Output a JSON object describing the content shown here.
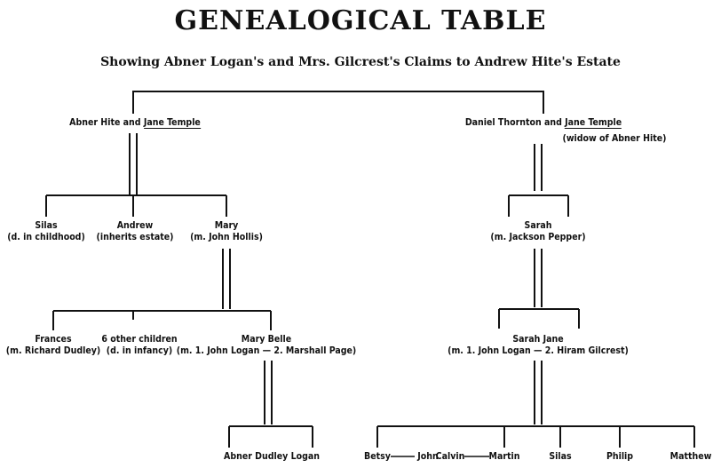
{
  "title": "GENEALOGICAL TABLE",
  "subtitle": "Showing Abner Logan's and Mrs. Gilcrest's Claims to Andrew Hite's Estate",
  "left": {
    "parents_a": "Abner Hite and",
    "parents_b": "Jane Temple",
    "children": [
      {
        "name": "Silas",
        "note": "(d. in childhood)"
      },
      {
        "name": "Andrew",
        "note": "(inherits estate)"
      },
      {
        "name": "Mary",
        "note": "(m. John Hollis)"
      }
    ],
    "grandchildren": [
      {
        "name": "Frances",
        "note": "(m. Richard Dudley)"
      },
      {
        "name": "6 other children",
        "note": "(d. in infancy)"
      },
      {
        "name": "Mary Belle",
        "note": "(m. 1. John Logan — 2. Marshall Page)"
      }
    ],
    "great_grandchild": "Abner Dudley Logan"
  },
  "right": {
    "parents_a": "Daniel Thornton and",
    "parents_b": "Jane Temple",
    "parents_note": "(widow of Abner Hite)",
    "child": {
      "name": "Sarah",
      "note": "(m. Jackson Pepper)"
    },
    "grandchild": {
      "name": "Sarah Jane",
      "note": "(m. 1. John Logan — 2. Hiram Gilcrest)"
    },
    "great_grandchildren": [
      {
        "name": "Betsy"
      },
      {
        "name": "John"
      },
      {
        "name": "Calvin"
      },
      {
        "name": "Martin"
      },
      {
        "name": "Silas"
      },
      {
        "name": "Philip"
      },
      {
        "name": "Matthew"
      }
    ]
  }
}
